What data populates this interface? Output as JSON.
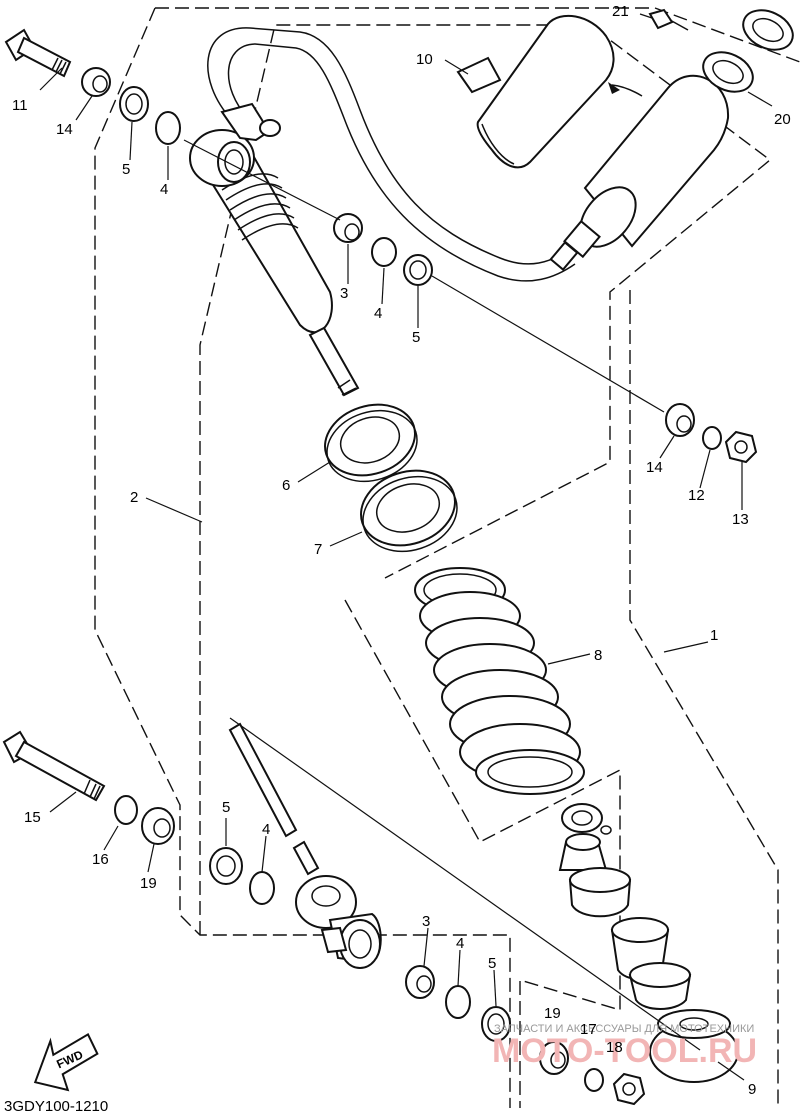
{
  "diagram_code": "3GDY100-1210",
  "fwd_label": "FWD",
  "watermark": {
    "line1": "ЗАПЧАСТИ И АКСЕССУАРЫ ДЛЯ МОТОТЕХНИКИ",
    "line2": "MOTO-TOOL.RU"
  },
  "callouts": {
    "c1": "1",
    "c2": "2",
    "c3a": "3",
    "c3b": "3",
    "c4a": "4",
    "c4b": "4",
    "c4c": "4",
    "c4d": "4",
    "c5a": "5",
    "c5b": "5",
    "c5c": "5",
    "c5d": "5",
    "c6": "6",
    "c7": "7",
    "c8": "8",
    "c9": "9",
    "c10": "10",
    "c11": "11",
    "c12": "12",
    "c13": "13",
    "c14a": "14",
    "c14b": "14",
    "c15": "15",
    "c16": "16",
    "c17": "17",
    "c18": "18",
    "c19a": "19",
    "c19b": "19",
    "c20": "20",
    "c21": "21"
  }
}
